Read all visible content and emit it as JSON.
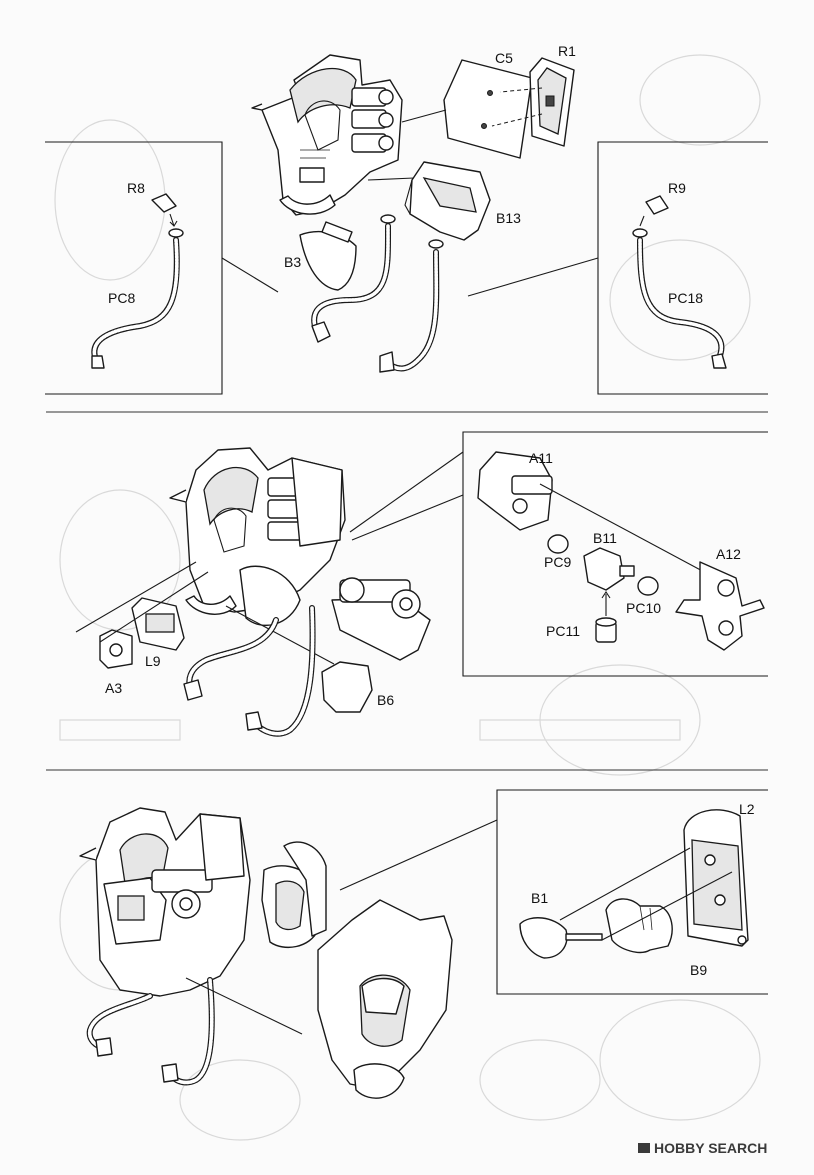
{
  "labels": {
    "C5": "C5",
    "R1": "R1",
    "R8": "R8",
    "R9": "R9",
    "B13": "B13",
    "B3": "B3",
    "PC8": "PC8",
    "PC18": "PC18",
    "A11": "A11",
    "B11": "B11",
    "PC9": "PC9",
    "A12": "A12",
    "PC10": "PC10",
    "PC11": "PC11",
    "L9": "L9",
    "A3": "A3",
    "B6": "B6",
    "L2": "L2",
    "B1": "B1",
    "B9": "B9"
  },
  "watermark": {
    "text": "HOBBY SEARCH"
  },
  "colors": {
    "line": "#1a1a1a",
    "paper": "#fbfbfb",
    "ghost": "#d9d9d9"
  }
}
